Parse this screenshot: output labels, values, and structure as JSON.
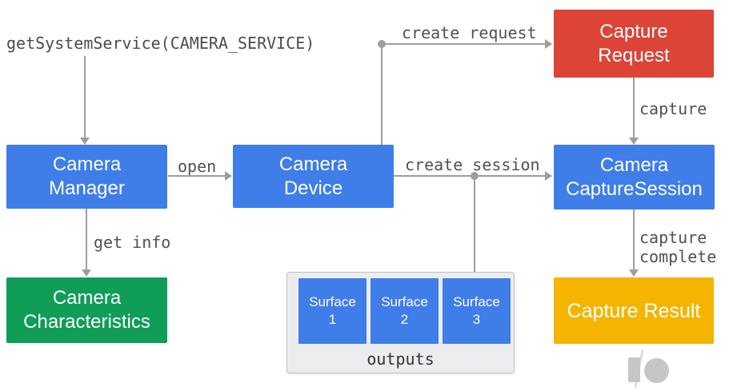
{
  "labels": {
    "get_system_service": "getSystemService(CAMERA_SERVICE)",
    "open": "open",
    "create_request": "create request",
    "capture": "capture",
    "create_session": "create session",
    "get_info": "get info",
    "capture_complete_line1": "capture",
    "capture_complete_line2": "complete",
    "outputs": "outputs"
  },
  "nodes": {
    "camera_manager": {
      "line1": "Camera",
      "line2": "Manager"
    },
    "camera_device": {
      "line1": "Camera",
      "line2": "Device"
    },
    "capture_request": {
      "line1": "Capture",
      "line2": "Request"
    },
    "camera_capture_session": {
      "line1": "Camera",
      "line2": "CaptureSession"
    },
    "camera_characteristics": {
      "line1": "Camera",
      "line2": "Characteristics"
    },
    "capture_result": {
      "label": "Capture Result"
    },
    "surfaces": [
      {
        "line1": "Surface",
        "line2": "1"
      },
      {
        "line1": "Surface",
        "line2": "2"
      },
      {
        "line1": "Surface",
        "line2": "3"
      }
    ]
  },
  "colors": {
    "blue": "#3F7DE8",
    "red": "#DB4437",
    "green": "#0F9D58",
    "yellow": "#F4B400",
    "arrow_gray": "#9E9E9E",
    "label_text": "#515155",
    "outputs_bg": "#ECEDEF",
    "outputs_border": "#BDC1C6",
    "logo_gray": "#C6C6C6",
    "logo_slash": "#DCDCDC"
  }
}
